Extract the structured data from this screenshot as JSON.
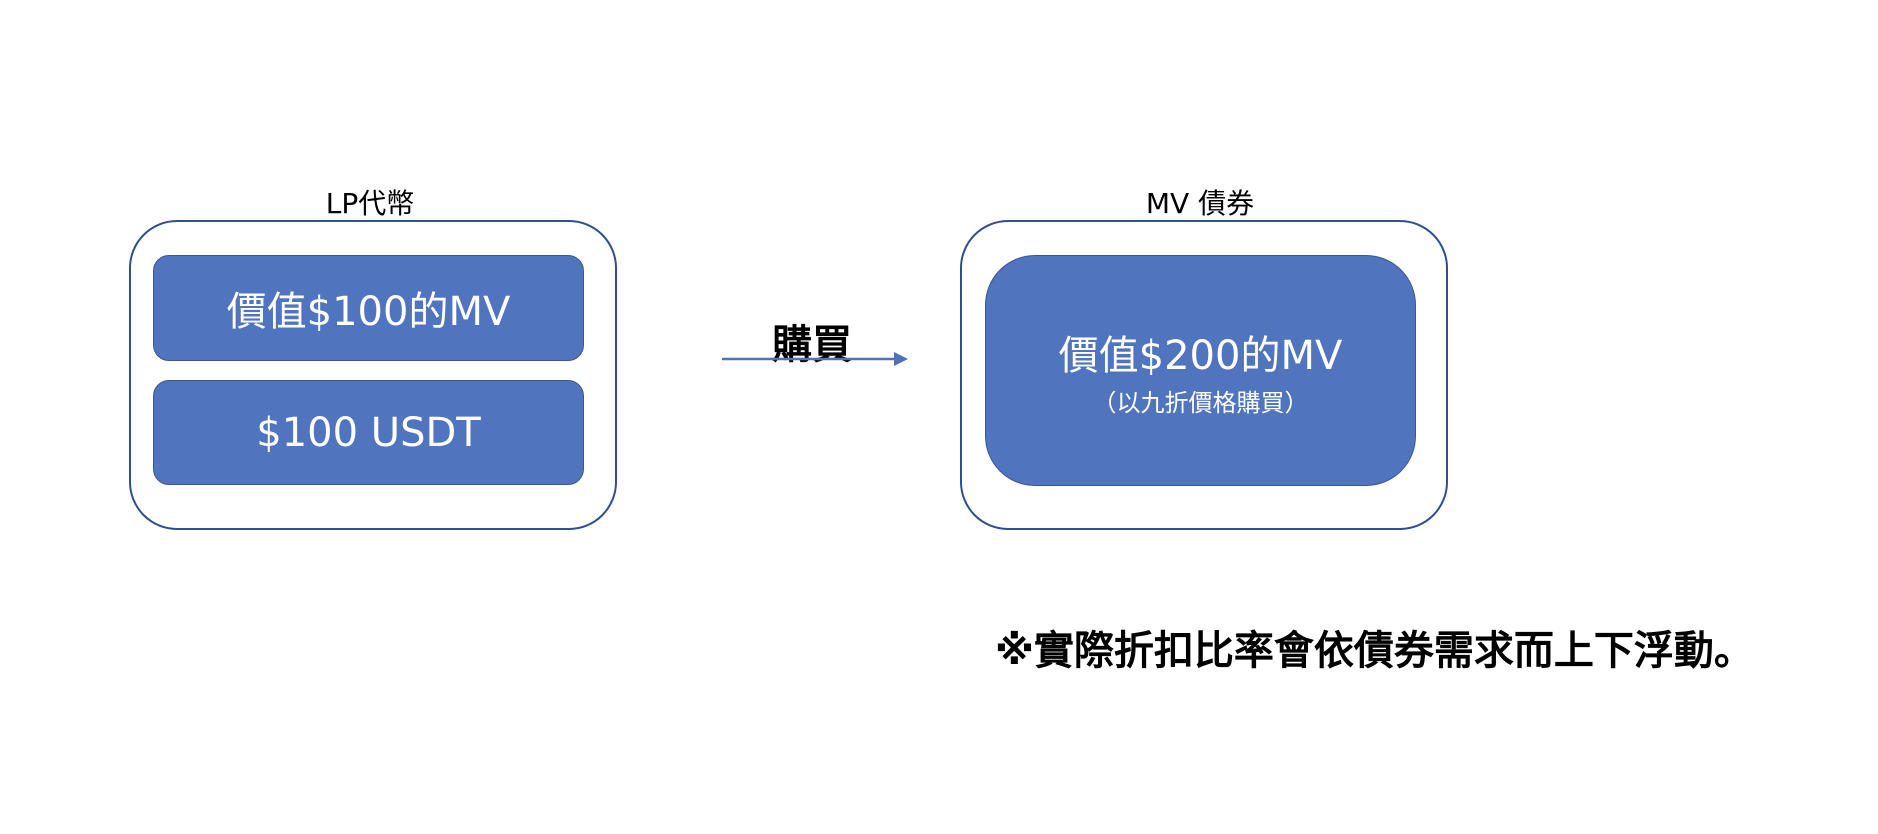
{
  "diagram": {
    "left_group": {
      "title": "LP代幣",
      "items": [
        {
          "label": "價值$100的MV"
        },
        {
          "label": "$100 USDT"
        }
      ]
    },
    "arrow": {
      "label": "購買"
    },
    "right_group": {
      "title": "MV 債券",
      "item": {
        "label": "價值$200的MV",
        "sublabel": "（以九折價格購買）"
      }
    },
    "note": "※實際折扣比率會依債券需求而上下浮動。",
    "colors": {
      "box_fill": "#5074be",
      "outline": "#2f4f8f",
      "arrow": "#4f72bd"
    }
  }
}
